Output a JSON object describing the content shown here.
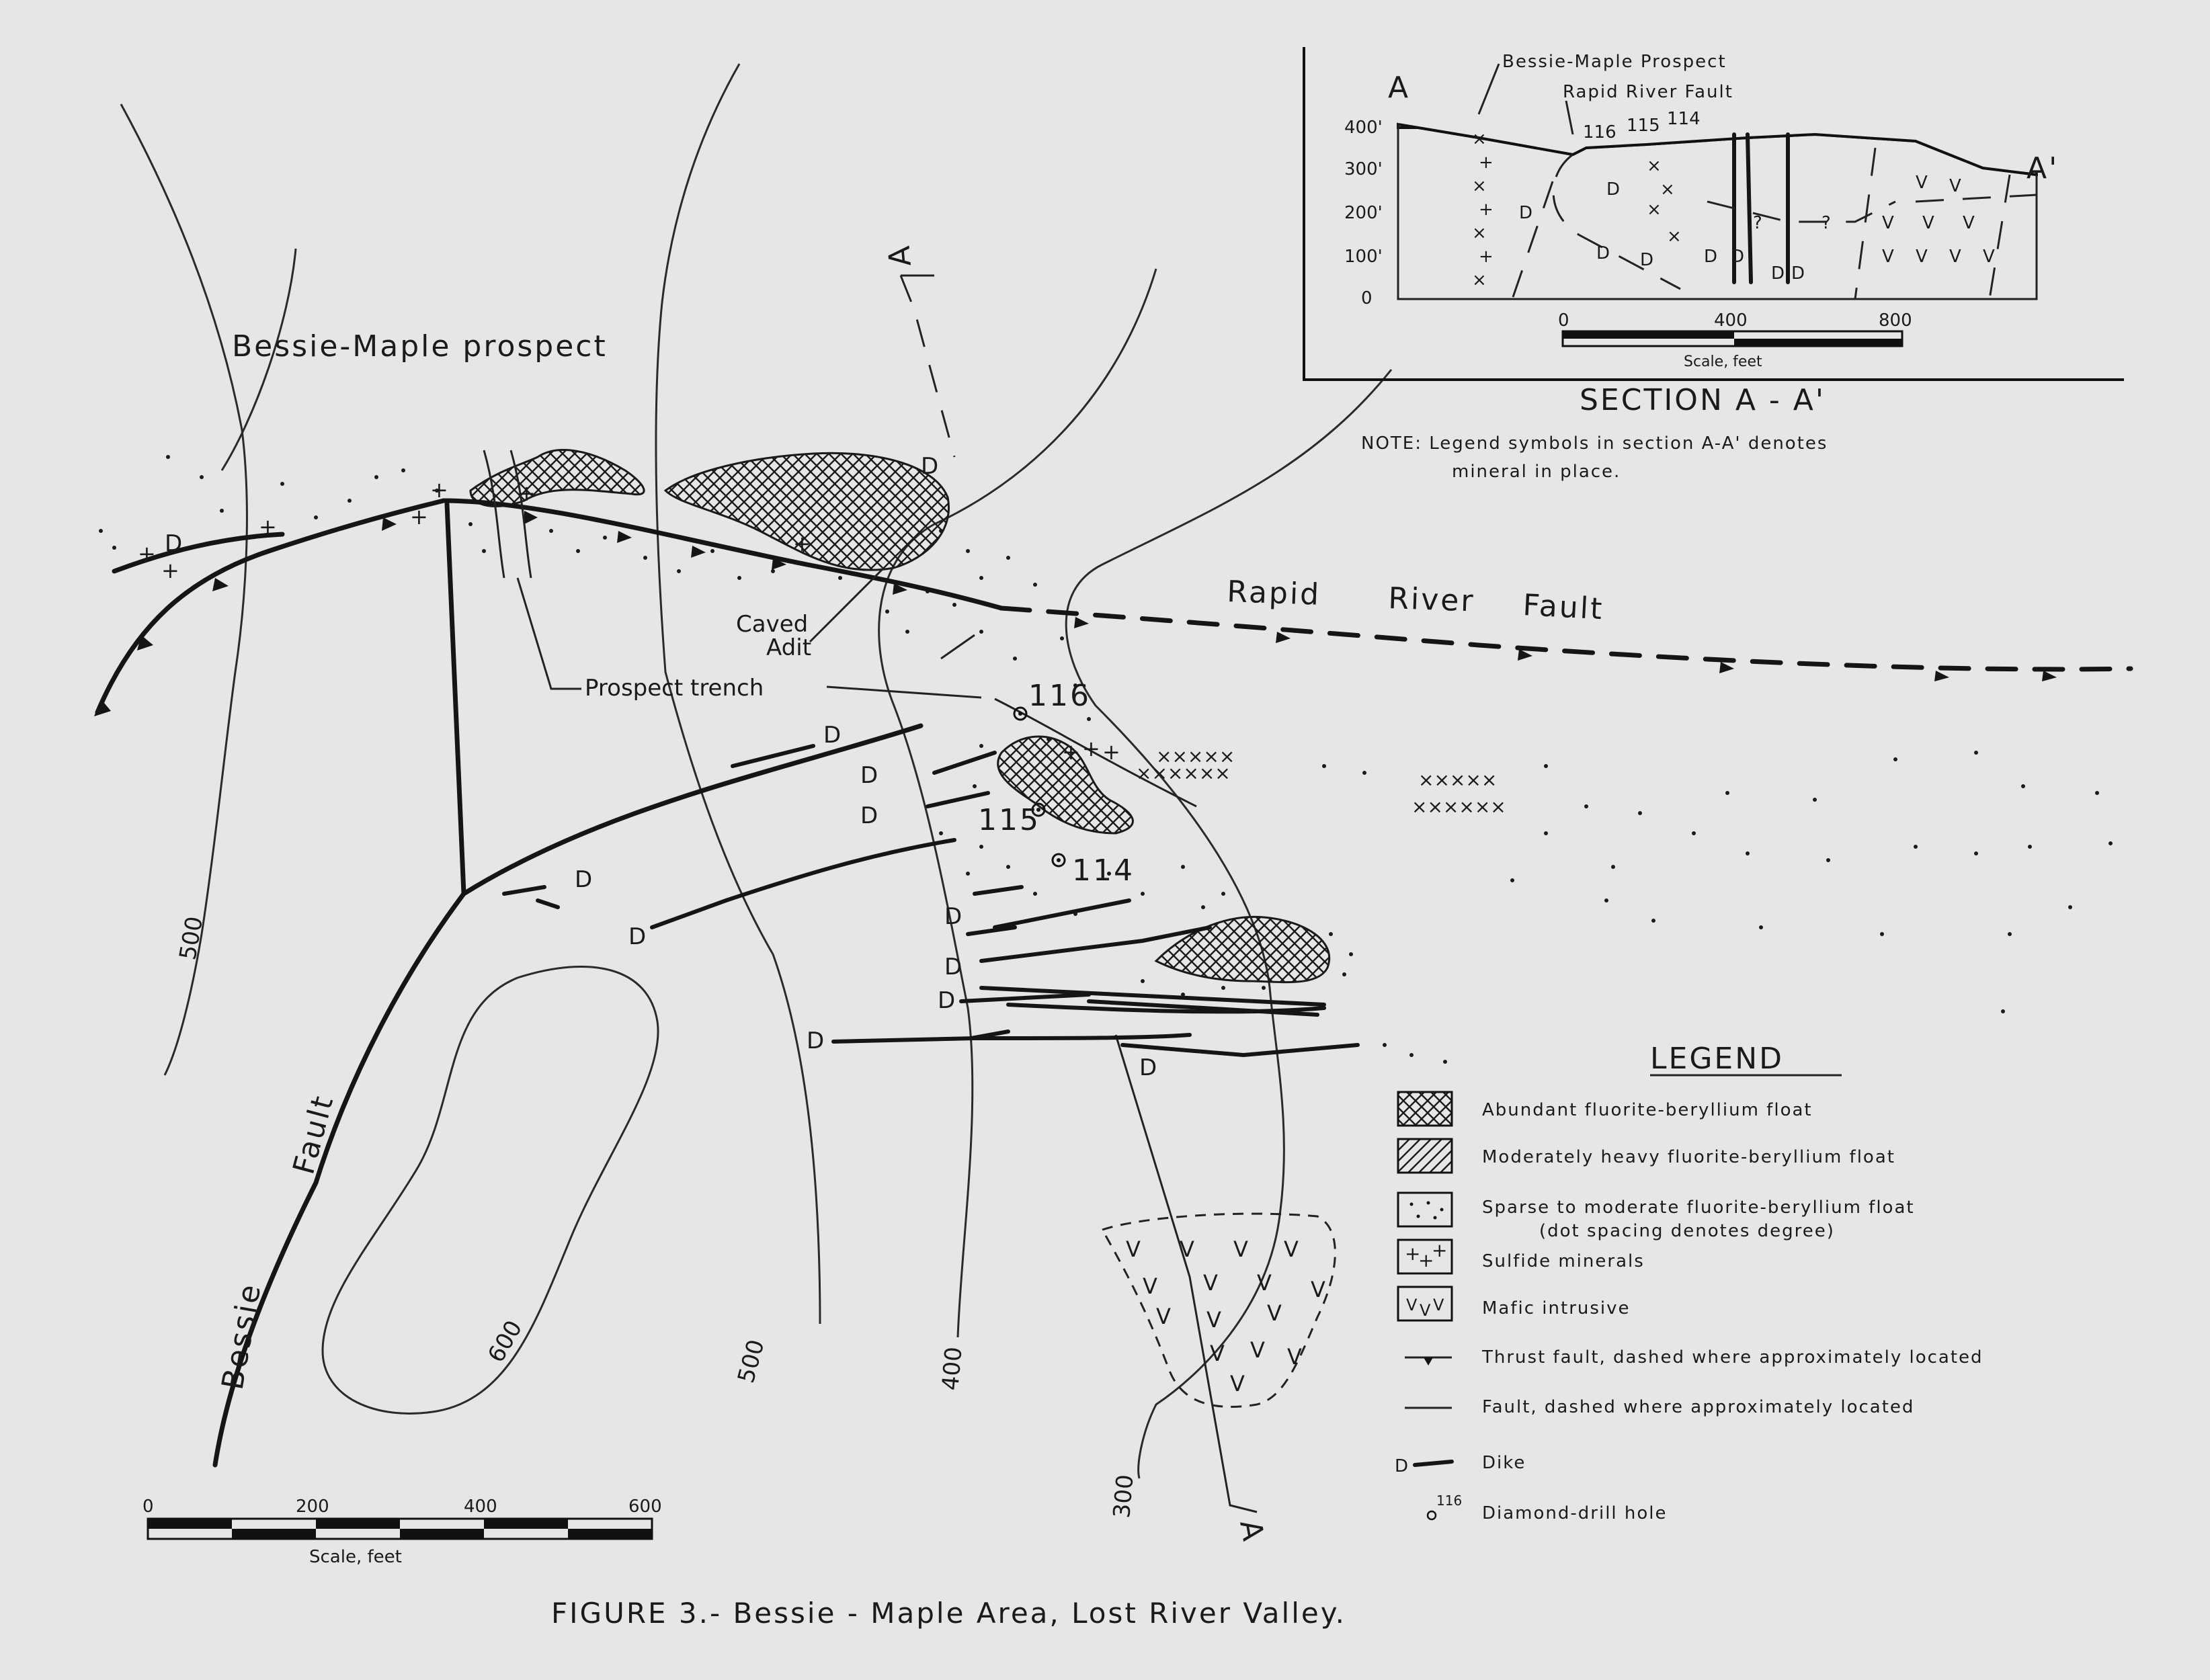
{
  "figure": {
    "caption": "FIGURE 3.- Bessie - Maple  Area, Lost River Valley."
  },
  "map": {
    "prospect_label": "Bessie-Maple  prospect",
    "rapid_river_fault": [
      "Rapid",
      "River",
      "Fault"
    ],
    "bessie_fault": [
      "Bessie",
      "Fault"
    ],
    "caved_adit": [
      "Caved",
      "Adit"
    ],
    "prospect_trench": "Prospect  trench",
    "section_mark_top": "A",
    "section_mark_bottom": "A",
    "dike_label": "D",
    "mafic_symbol": "V",
    "contours": [
      "500",
      "600",
      "500",
      "400",
      "300"
    ],
    "drill_holes": [
      "116",
      "115",
      "114"
    ],
    "scale": {
      "ticks": [
        "0",
        "200",
        "400",
        "600"
      ],
      "label": "Scale, feet"
    }
  },
  "section": {
    "title": "SECTION  A - A'",
    "end_left": "A",
    "end_right": "A'",
    "prospect_label": "Bessie-Maple Prospect",
    "fault_label": "Rapid River Fault",
    "drill_labels": [
      "116",
      "115",
      "114"
    ],
    "elevations": [
      "400'",
      "300'",
      "200'",
      "100'",
      "0"
    ],
    "dike_label": "D",
    "unknown": "?",
    "scale": {
      "ticks": [
        "0",
        "400",
        "800"
      ],
      "label": "Scale, feet"
    },
    "note_1": "NOTE:  Legend  symbols  in  section  A-A'  denotes",
    "note_2": "mineral  in  place."
  },
  "legend": {
    "title": "LEGEND",
    "items": [
      "Abundant  fluorite-beryllium  float",
      "Moderately  heavy  fluorite-beryllium  float",
      "Sparse  to  moderate  fluorite-beryllium  float",
      "(dot  spacing  denotes  degree)",
      "Sulfide  minerals",
      "Mafic  intrusive",
      "Thrust  fault,  dashed  where  approximately  located",
      "Fault,  dashed  where  approximately  located",
      "Dike",
      "Diamond-drill  hole"
    ],
    "drill_symbol": "116"
  }
}
